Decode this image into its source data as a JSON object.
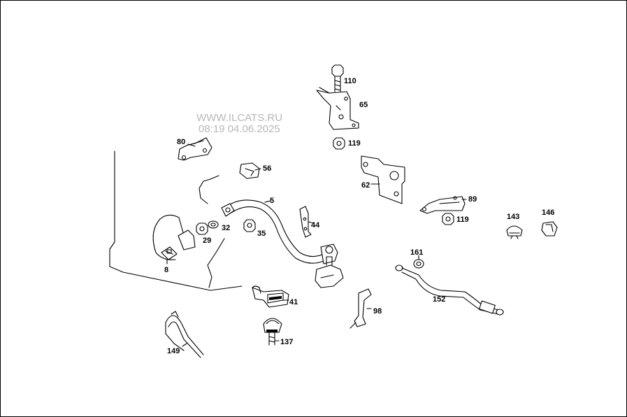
{
  "watermark": {
    "site": "WWW.ILCATS.RU",
    "timestamp": "08:19 04.06.2025"
  },
  "callouts": [
    {
      "id": "c110",
      "label": "110"
    },
    {
      "id": "c65",
      "label": "65"
    },
    {
      "id": "c119a",
      "label": "119"
    },
    {
      "id": "c80",
      "label": "80"
    },
    {
      "id": "c56",
      "label": "56"
    },
    {
      "id": "c62",
      "label": "62"
    },
    {
      "id": "c5",
      "label": "5"
    },
    {
      "id": "c89",
      "label": "89"
    },
    {
      "id": "c119b",
      "label": "119"
    },
    {
      "id": "c143",
      "label": "143"
    },
    {
      "id": "c146",
      "label": "146"
    },
    {
      "id": "c44",
      "label": "44"
    },
    {
      "id": "c32",
      "label": "32"
    },
    {
      "id": "c35",
      "label": "35"
    },
    {
      "id": "c29",
      "label": "29"
    },
    {
      "id": "c8",
      "label": "8"
    },
    {
      "id": "c161",
      "label": "161"
    },
    {
      "id": "c152",
      "label": "152"
    },
    {
      "id": "c41",
      "label": "41"
    },
    {
      "id": "c98",
      "label": "98"
    },
    {
      "id": "c137",
      "label": "137"
    },
    {
      "id": "c149",
      "label": "149"
    }
  ]
}
